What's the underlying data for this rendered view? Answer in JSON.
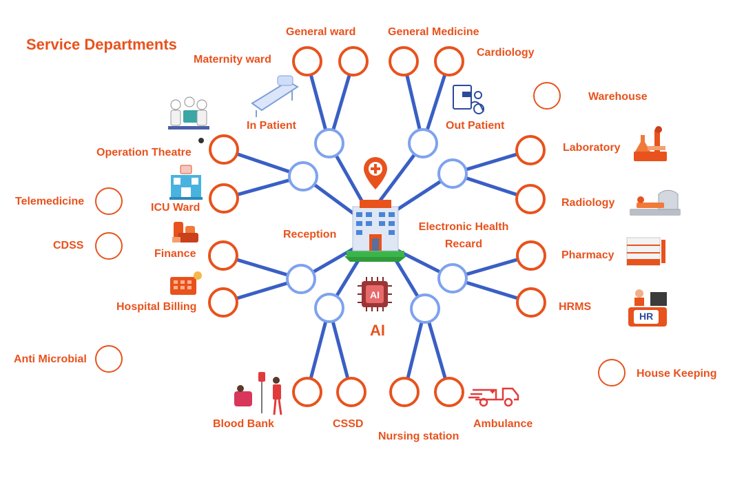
{
  "title": "Service Departments",
  "colors": {
    "accent": "#e8521d",
    "connector": "#3a5fc4",
    "hub_ring": "#7ea2ee",
    "node_ring": "#e8521d"
  },
  "center": {
    "icon": "hospital-building-icon",
    "pin_icon": "medical-location-pin-icon",
    "ai_icon": "ai-chip-icon",
    "ai_label": "AI"
  },
  "labels": {
    "general_ward": "General ward",
    "general_medicine": "General Medicine",
    "maternity_ward": "Maternity ward",
    "cardiology": "Cardiology",
    "warehouse": "Warehouse",
    "in_patient": "In Patient",
    "out_patient": "Out Patient",
    "operation_theatre": "Operation Theatre",
    "laboratory": "Laboratory",
    "telemedicine": "Telemedicine",
    "icu_ward": "ICU Ward",
    "radiology": "Radiology",
    "reception": "Reception",
    "ehr_line1": "Electronic Health",
    "ehr_line2": "Recard",
    "cdss": "CDSS",
    "finance": "Finance",
    "pharmacy": "Pharmacy",
    "hospital_billing": "Hospital Billing",
    "hrms": "HRMS",
    "hr_badge": "HR",
    "anti_microbial": "Anti Microbial",
    "house_keeping": "House Keeping",
    "blood_bank": "Blood Bank",
    "cssd": "CSSD",
    "ambulance": "Ambulance",
    "nursing_station": "Nursing station"
  }
}
